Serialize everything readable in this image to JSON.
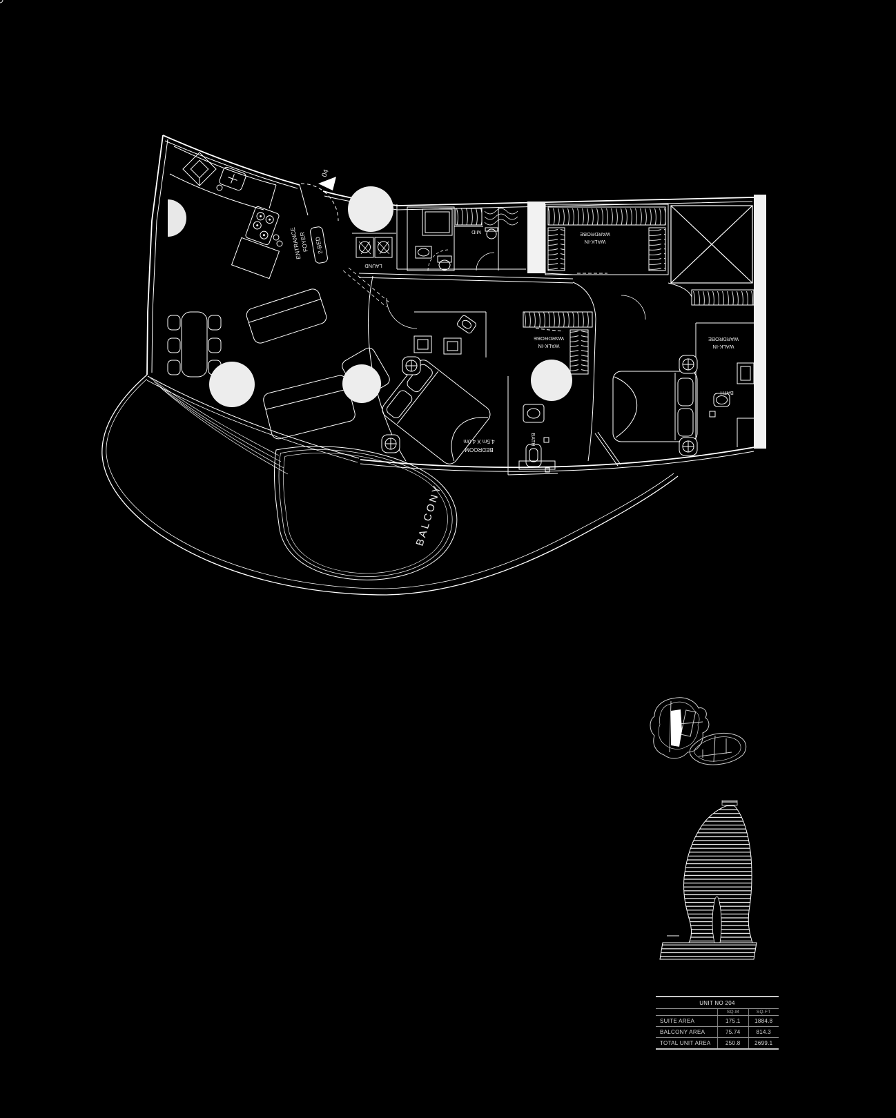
{
  "colors": {
    "background": "#000000",
    "line": "#ffffff",
    "column_fill": "#ededed",
    "table_text": "#d9d9d9"
  },
  "plan": {
    "unit_marker": "04",
    "labels": {
      "entrance_line1": "ENTRANCE",
      "entrance_line2": "FOYER",
      "unit_type": "2-BED",
      "laundry": "LAUND",
      "mid": "MID",
      "walk_in": "WALK-IN",
      "wardrobe": "WARDROBE",
      "bedroom": "BEDROOM",
      "bedroom_dims": "4.5m X 4.0m",
      "bath": "BATH",
      "balcony": "BALCONY"
    }
  },
  "area_table": {
    "title": "UNIT NO 204",
    "columns": {
      "sqm": "SQ.M",
      "sqft": "SQ.FT"
    },
    "rows": [
      {
        "label": "SUITE AREA",
        "sqm": "175.1",
        "sqft": "1884.8"
      },
      {
        "label": "BALCONY AREA",
        "sqm": "75.74",
        "sqft": "814.3"
      },
      {
        "label": "TOTAL UNIT AREA",
        "sqm": "250.8",
        "sqft": "2699.1"
      }
    ]
  }
}
